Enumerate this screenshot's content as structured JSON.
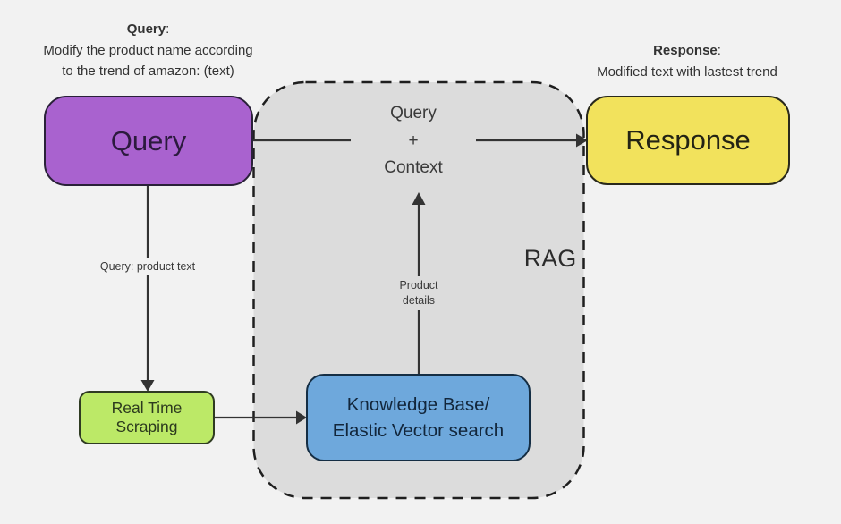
{
  "annotations": {
    "query_note": {
      "title": "Query",
      "colon": ":",
      "line1": "Modify the product name according",
      "line2": "to the trend of amazon: (text)"
    },
    "response_note": {
      "title": "Response",
      "colon": ":",
      "line1": "Modified text with lastest trend"
    }
  },
  "nodes": {
    "query": {
      "label": "Query"
    },
    "response": {
      "label": "Response"
    },
    "real_time_scraping": {
      "label": "Real Time Scraping"
    },
    "knowledge_base": {
      "line1": "Knowledge Base/",
      "line2": "Elastic Vector search"
    }
  },
  "container": {
    "label": "RAG"
  },
  "edge_labels": {
    "query_context": {
      "line1": "Query",
      "line2": "+",
      "line3": "Context"
    },
    "query_product_text": "Query: product text",
    "product_details": {
      "line1": "Product",
      "line2": "details"
    }
  },
  "colors": {
    "background": "#f2f2f2",
    "rag_container_fill": "#dcdcdc",
    "rag_container_stroke": "#1f1f1f",
    "query_fill": "#a962cf",
    "response_fill": "#f2e25c",
    "scraping_fill": "#bce967",
    "knowledge_base_fill": "#6ea8dc",
    "arrow": "#333333"
  }
}
